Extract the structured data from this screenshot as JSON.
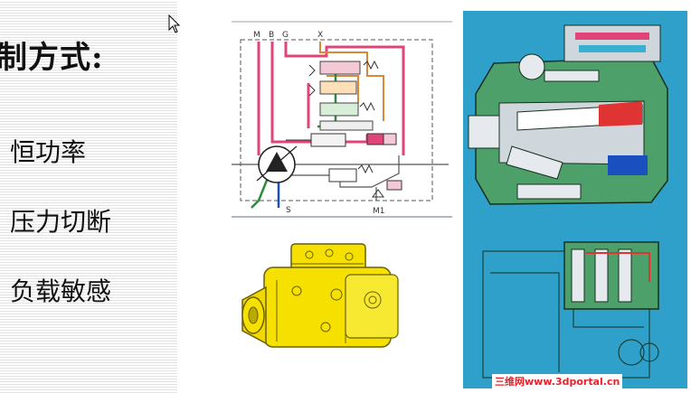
{
  "heading": "制方式:",
  "modes": [
    "恒功率",
    "压力切断",
    "负载敏感"
  ],
  "schematic": {
    "ports": {
      "m": "M",
      "b": "B",
      "g": "G",
      "x": "X",
      "s": "S",
      "m1": "M1"
    }
  },
  "watermark": "三维网www.3dportal.cn",
  "colors": {
    "pressure_line": "#e0457a",
    "suction_line": "#1a4fbf",
    "drain_line": "#2e8b3e",
    "control_line": "#d9883a",
    "section_background": "#2ea0c9",
    "pump_body": "#f5e000",
    "section_housing": "#4da06a",
    "watermark_text": "#e8202a"
  },
  "icons": [
    "mouse-cursor-icon",
    "hydraulic-pump-icon",
    "spring-icon",
    "check-valve-icon"
  ]
}
